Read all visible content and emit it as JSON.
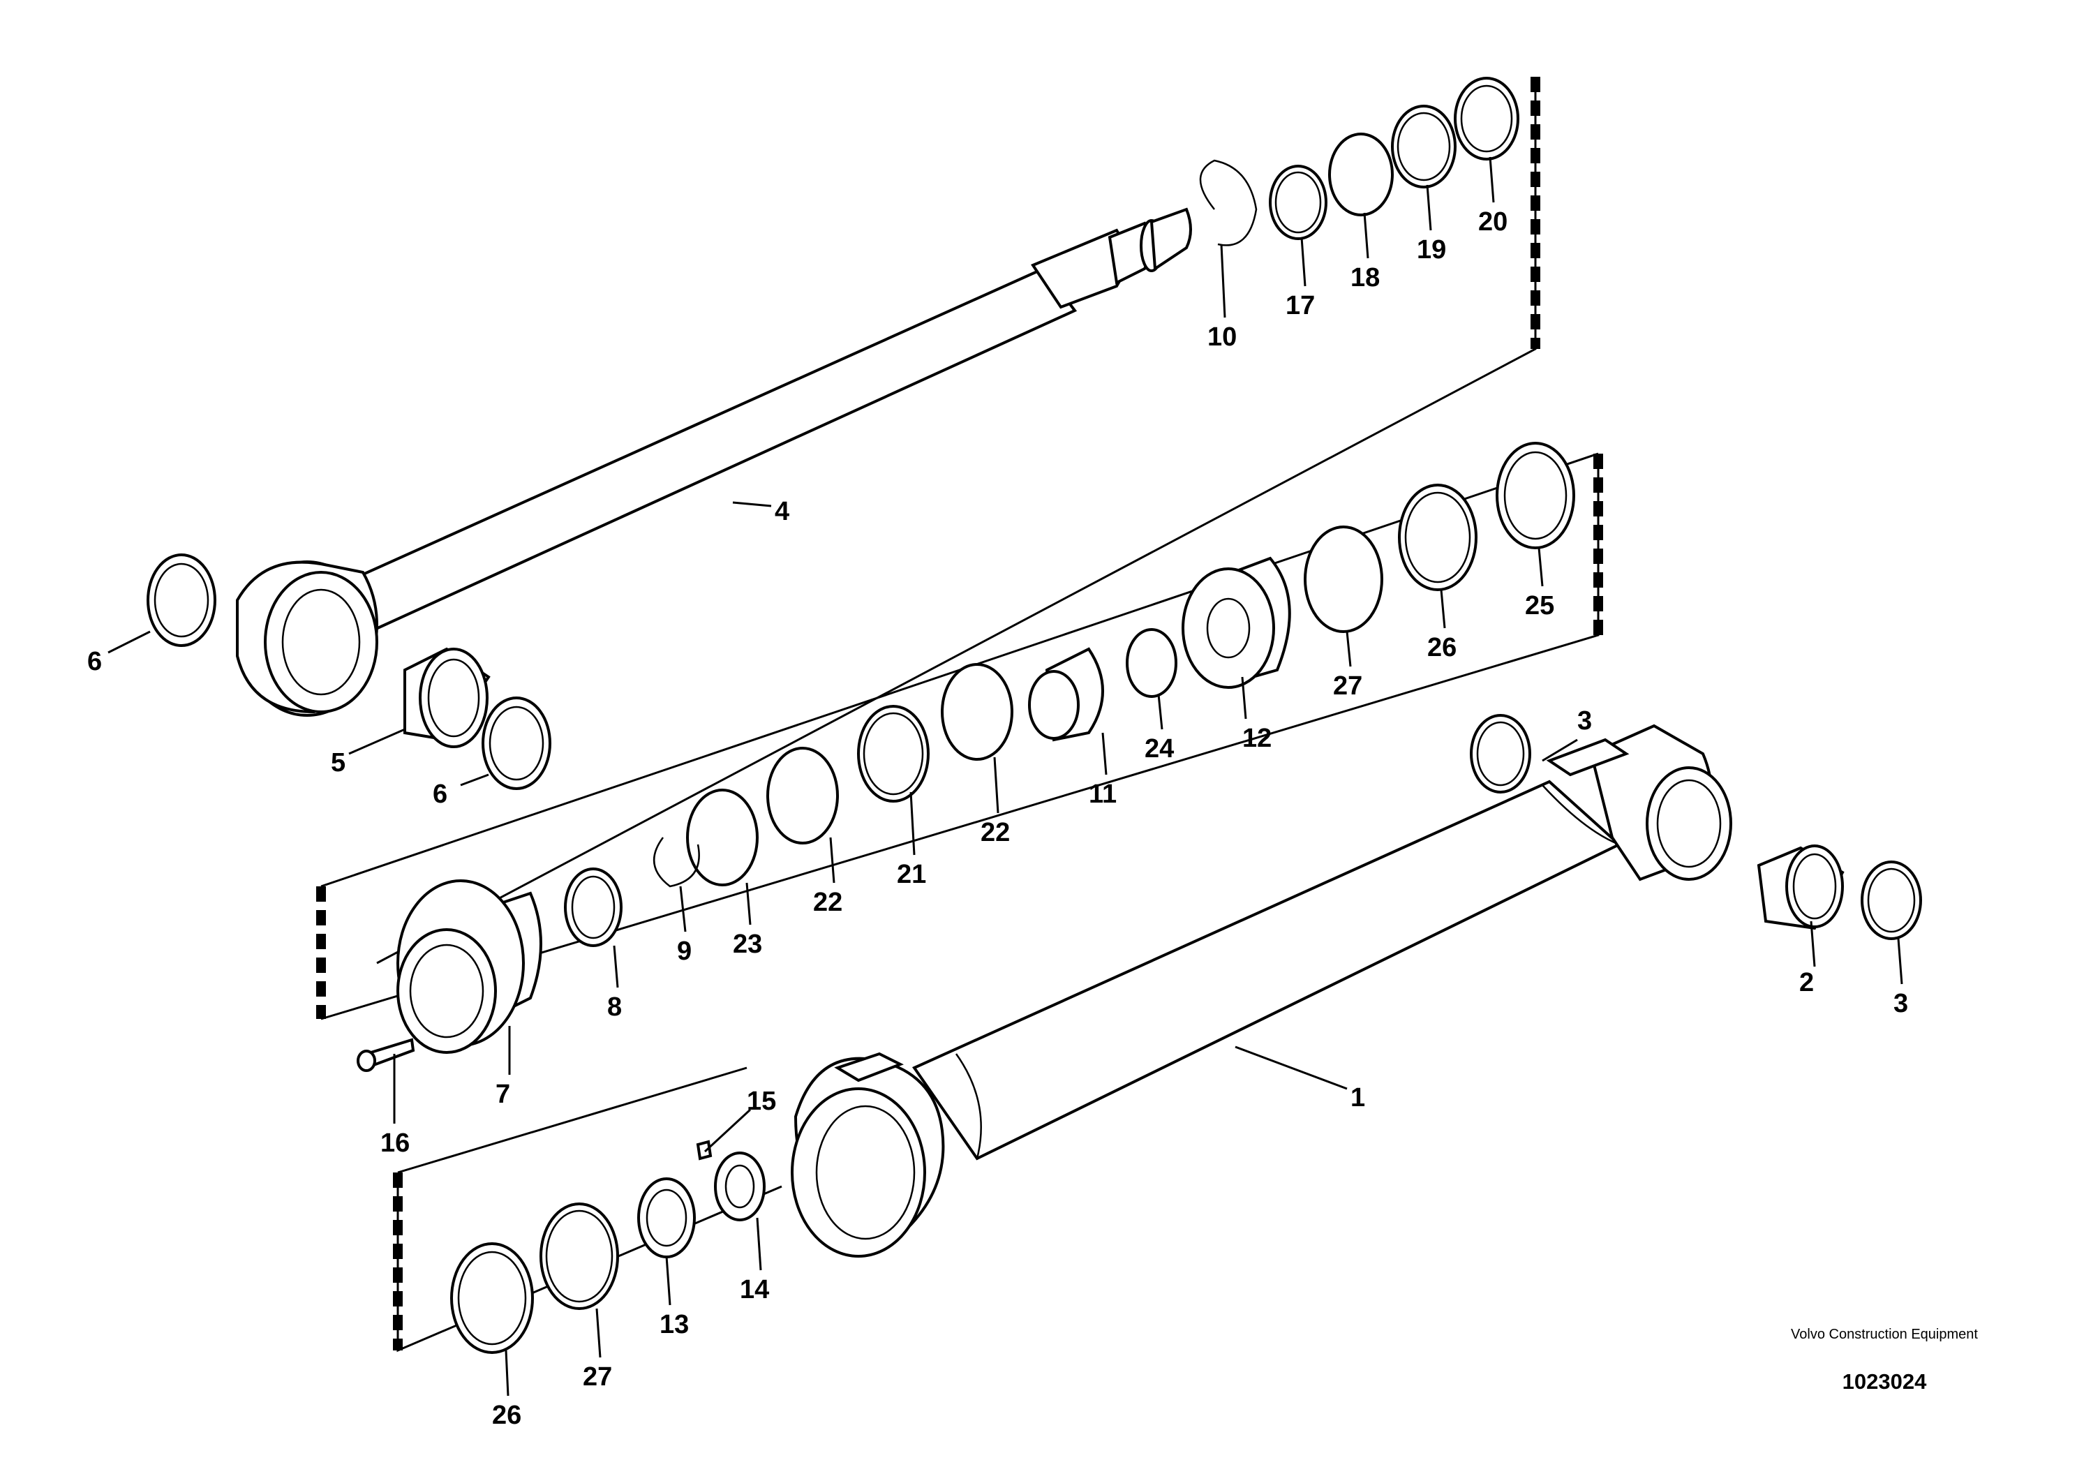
{
  "diagram": {
    "part_labels": [
      "1",
      "2",
      "3",
      "3",
      "4",
      "5",
      "6",
      "6",
      "7",
      "8",
      "9",
      "10",
      "11",
      "12",
      "13",
      "14",
      "15",
      "16",
      "17",
      "18",
      "19",
      "20",
      "21",
      "22",
      "22",
      "23",
      "24",
      "25",
      "26",
      "26",
      "27",
      "27"
    ]
  },
  "footer": {
    "brand": "Volvo Construction Equipment",
    "document_number": "1023024"
  }
}
